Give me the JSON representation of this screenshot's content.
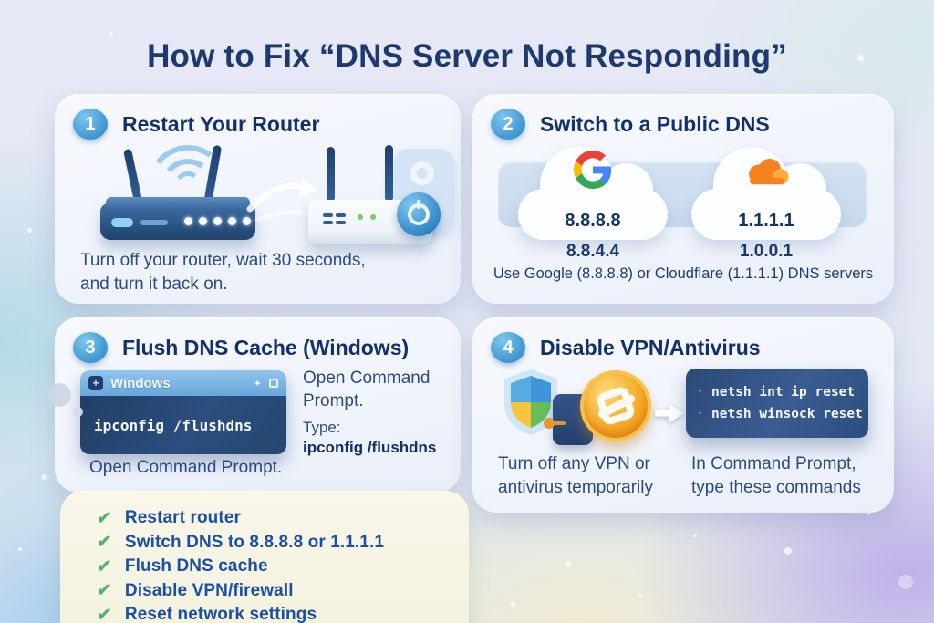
{
  "title": "How to Fix “DNS Server Not Responding”",
  "palette": {
    "title_navy": "#1d3a6e",
    "heading_navy": "#12306a",
    "body_blue": "#2b4a80",
    "checklist_blue": "#1c4fa2",
    "check_green": "#58b16c",
    "step_badge_blue": "#3b93cf",
    "terminal_navy": "#2c4e7e",
    "card_bg": "#eef2fa",
    "checklist_bg": "#f6f5e3",
    "cloudflare_orange": "#f6821f",
    "google_blue": "#4285f4"
  },
  "icons": {
    "check": "✔",
    "up_arrow": "↑",
    "window_plus": "+",
    "window_sparkle": "✦"
  },
  "steps": {
    "one": {
      "number": "1",
      "heading": "Restart Your Router",
      "caption": "Turn off your router, wait 30 seconds,\nand turn it back on."
    },
    "two": {
      "number": "2",
      "heading": "Switch to a Public DNS",
      "google_primary": "8.8.8.8",
      "google_secondary": "8.8.4.4",
      "cloudflare_primary": "1.1.1.1",
      "cloudflare_secondary": "1.0.0.1",
      "caption": "Use Google (8.8.8.8) or Cloudflare (1.1.1.1) DNS servers"
    },
    "three": {
      "number": "3",
      "heading": "Flush DNS Cache (Windows)",
      "window_title": "Windows",
      "command": "ipconfig /flushdns",
      "side_text_1": "Open Command Prompt.",
      "side_text_2": "Type:",
      "side_command": "ipconfig /flushdns",
      "caption": "Open Command Prompt."
    },
    "four": {
      "number": "4",
      "heading": "Disable VPN/Antivirus",
      "commands": [
        "netsh int ip reset",
        "netsh winsock reset"
      ],
      "caption_left": "Turn off any VPN or\nantivirus temporarily",
      "caption_right": "In Command Prompt,\ntype these commands"
    }
  },
  "checklist": {
    "items": [
      "Restart router",
      "Switch DNS to 8.8.8.8 or 1.1.1.1",
      "Flush DNS cache",
      "Disable VPN/firewall",
      "Reset network settings"
    ]
  }
}
